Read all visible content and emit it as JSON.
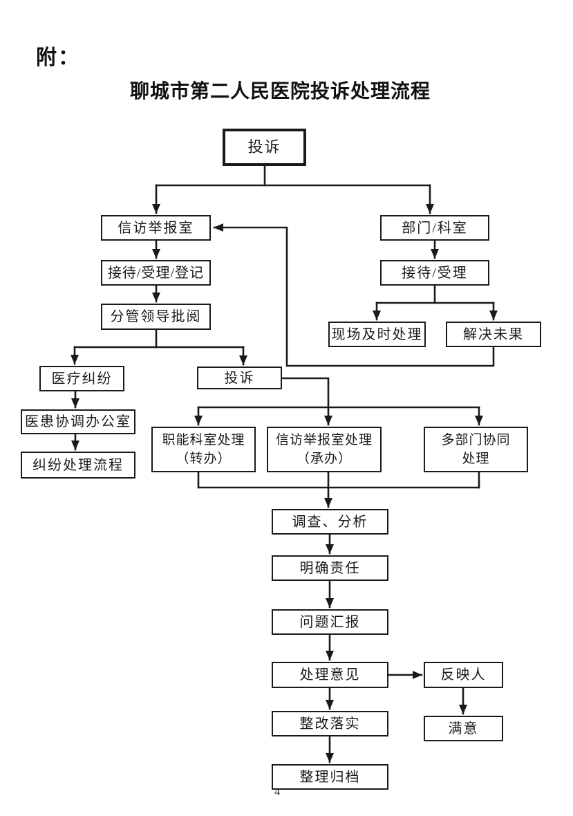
{
  "colors": {
    "ink": "#1a1a1a",
    "paper": "#ffffff"
  },
  "page": {
    "attachment_label": "附：",
    "title": "聊城市第二人民医院投诉处理流程",
    "page_number": "4"
  },
  "nodes": {
    "complaint_top": {
      "label": "投诉"
    },
    "petition_office": {
      "label": "信访举报室"
    },
    "reception_register": {
      "label": "接待/受理/登记"
    },
    "leader_review": {
      "label": "分管领导批阅"
    },
    "dept_section": {
      "label": "部门/科室"
    },
    "dept_reception": {
      "label": "接待/受理"
    },
    "onsite_handling": {
      "label": "现场及时处理"
    },
    "unresolved": {
      "label": "解决未果"
    },
    "medical_dispute": {
      "label": "医疗纠纷"
    },
    "mediation_office": {
      "label": "医患协调办公室"
    },
    "dispute_process": {
      "label": "纠纷处理流程"
    },
    "complaint_mid": {
      "label": "投诉"
    },
    "functional_dept": {
      "line1": "职能科室处理",
      "line2": "（转办）"
    },
    "petition_handling": {
      "line1": "信访举报室处理",
      "line2": "（承办）"
    },
    "multi_dept": {
      "line1": "多部门协同",
      "line2": "处理"
    },
    "investigate_analyze": {
      "label": "调查、分析"
    },
    "clarify_responsibility": {
      "label": "明确责任"
    },
    "report_issue": {
      "label": "问题汇报"
    },
    "handling_opinion": {
      "label": "处理意见"
    },
    "respondent": {
      "label": "反映人"
    },
    "rectification": {
      "label": "整改落实"
    },
    "satisfied": {
      "label": "满意"
    },
    "archive": {
      "label": "整理归档"
    }
  }
}
